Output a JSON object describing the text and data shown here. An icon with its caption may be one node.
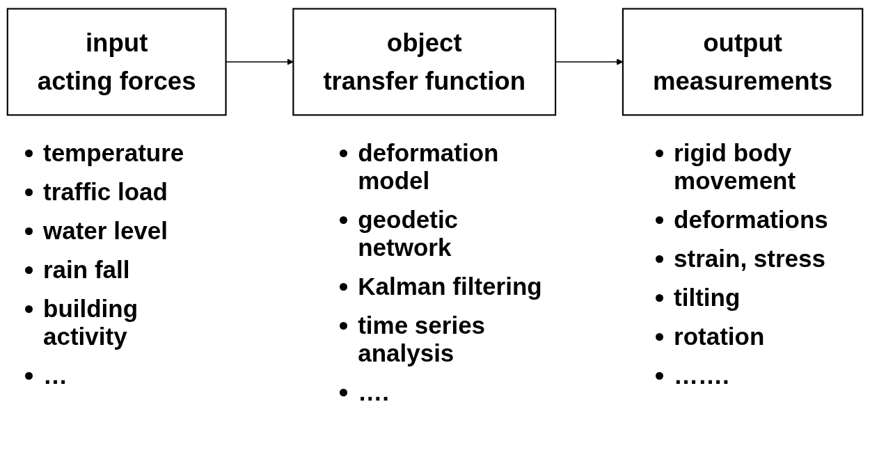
{
  "diagram": {
    "nodes": [
      {
        "text": [
          "input",
          "acting forces"
        ]
      },
      {
        "text": [
          "object",
          "transfer function"
        ]
      },
      {
        "text": [
          "output",
          "measurements"
        ]
      }
    ],
    "edges": [
      {
        "from": 0,
        "to": 1,
        "arrow": "to"
      },
      {
        "from": 1,
        "to": 2,
        "arrow": "to"
      }
    ],
    "labels": [
      "temperature",
      "traffic load",
      "water level",
      "rain fall",
      "building activity",
      "…",
      "deformation model",
      "geodetic network",
      "Kalman filtering",
      "time series analysis",
      "….",
      "rigid body movement",
      "deformations",
      "strain, stress",
      "tilting",
      "rotation",
      "……."
    ]
  }
}
